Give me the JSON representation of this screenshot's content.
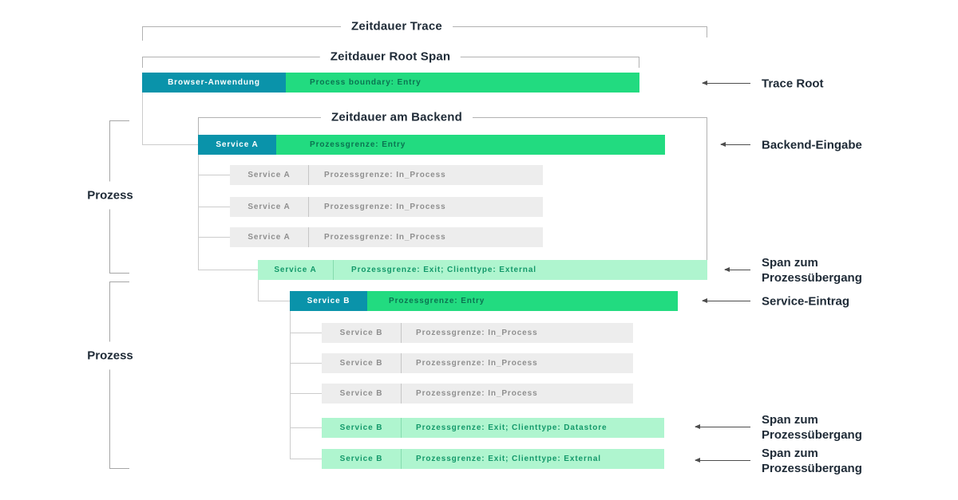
{
  "brackets": {
    "trace": "Zeitdauer Trace",
    "root_span": "Zeitdauer Root Span",
    "backend": "Zeitdauer am Backend"
  },
  "process_groups": {
    "a": "Prozess",
    "b": "Prozess"
  },
  "spans": {
    "trace_root": {
      "service": "Browser-Anwendung",
      "boundary": "Process boundary: Entry"
    },
    "a_entry": {
      "service": "Service A",
      "boundary": "Prozessgrenze: Entry"
    },
    "a_in_1": {
      "service": "Service A",
      "boundary": "Prozessgrenze: In_Process"
    },
    "a_in_2": {
      "service": "Service A",
      "boundary": "Prozessgrenze: In_Process"
    },
    "a_in_3": {
      "service": "Service A",
      "boundary": "Prozessgrenze: In_Process"
    },
    "a_exit": {
      "service": "Service A",
      "boundary": "Prozessgrenze: Exit; Clienttype: External"
    },
    "b_entry": {
      "service": "Service B",
      "boundary": "Prozessgrenze: Entry"
    },
    "b_in_1": {
      "service": "Service B",
      "boundary": "Prozessgrenze: In_Process"
    },
    "b_in_2": {
      "service": "Service B",
      "boundary": "Prozessgrenze: In_Process"
    },
    "b_in_3": {
      "service": "Service B",
      "boundary": "Prozessgrenze: In_Process"
    },
    "b_exit_datastore": {
      "service": "Service B",
      "boundary": "Prozessgrenze: Exit; Clienttype: Datastore"
    },
    "b_exit_external": {
      "service": "Service B",
      "boundary": "Prozessgrenze: Exit; Clienttype: External"
    }
  },
  "annotations": {
    "trace_root": "Trace Root",
    "backend_entry": "Backend-Eingabe",
    "span_transition_1": "Span zum Prozessübergang",
    "service_entry": "Service-Eintrag",
    "span_transition_2": "Span zum Prozessübergang",
    "span_transition_3": "Span zum Prozessübergang"
  },
  "colors": {
    "teal": "#0a93aa",
    "green": "#22db80",
    "light_green": "#aff5cf",
    "gray_bar": "#ededed",
    "dark_text": "#1e2a36",
    "green_text": "#0b7350",
    "light_green_text": "#13996a",
    "gray_text": "#8f8f8f",
    "bracket_line": "#b2b2b2",
    "connector_line": "#cccccc",
    "arrow_line": "#4d4d4d"
  }
}
